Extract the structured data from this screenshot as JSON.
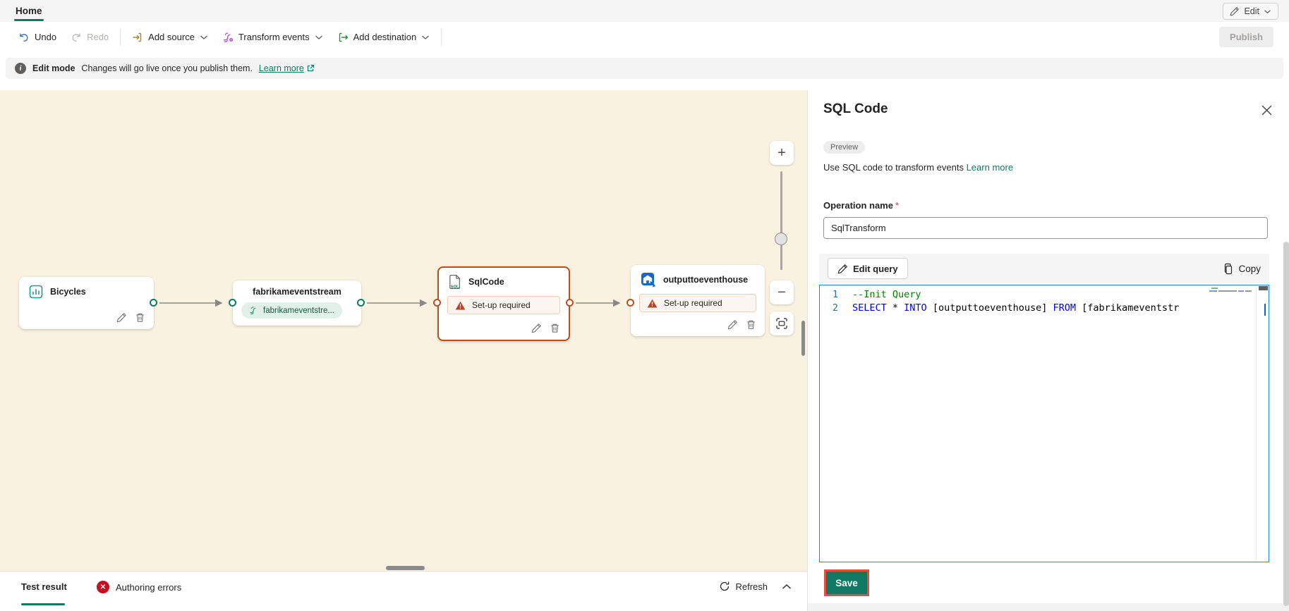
{
  "tabs": {
    "home": "Home"
  },
  "header": {
    "edit_label": "Edit"
  },
  "toolbar": {
    "undo": "Undo",
    "redo": "Redo",
    "add_source": "Add source",
    "transform_events": "Transform events",
    "add_destination": "Add destination",
    "publish": "Publish"
  },
  "banner": {
    "title": "Edit mode",
    "message": "Changes will go live once you publish them.",
    "learn_more": "Learn more"
  },
  "canvas": {
    "nodes": [
      {
        "id": "bicycles",
        "title": "Bicycles"
      },
      {
        "id": "fabrikameventstream",
        "title": "fabrikameventstream",
        "pill": "fabrikameventstre..."
      },
      {
        "id": "sqlcode",
        "title": "SqlCode",
        "warning": "Set-up required",
        "selected": true
      },
      {
        "id": "outputtoeventhouse",
        "title": "outputtoeventhouse",
        "warning": "Set-up required"
      }
    ],
    "zoom_controls": {
      "zoom_in": "+",
      "zoom_out": "−"
    }
  },
  "bottom_bar": {
    "test_result": "Test result",
    "authoring_errors": "Authoring errors",
    "refresh": "Refresh"
  },
  "panel": {
    "title": "SQL Code",
    "badge": "Preview",
    "description": "Use SQL code to transform events",
    "learn_more": "Learn more",
    "operation_name_label": "Operation name",
    "required_marker": "*",
    "operation_name_value": "SqlTransform",
    "edit_query": "Edit query",
    "copy": "Copy",
    "save": "Save",
    "code": {
      "lines": [
        {
          "number": "1",
          "tokens": [
            {
              "t": "--Init Query",
              "c": "comment"
            }
          ]
        },
        {
          "number": "2",
          "tokens": [
            {
              "t": "SELECT",
              "c": "kw"
            },
            {
              "t": " * ",
              "c": "plain"
            },
            {
              "t": "INTO",
              "c": "kw"
            },
            {
              "t": " [outputtoeventhouse] ",
              "c": "plain"
            },
            {
              "t": "FROM",
              "c": "kw"
            },
            {
              "t": " [fabrikameventstr",
              "c": "plain"
            }
          ]
        }
      ]
    }
  },
  "colors": {
    "accent_teal": "#117865",
    "selection_orange": "#b5521f",
    "error_red": "#c50f1f",
    "save_highlight_red": "#ec4b38",
    "canvas_beige": "#faf2e1",
    "editor_focus_blue": "#1390d6"
  }
}
